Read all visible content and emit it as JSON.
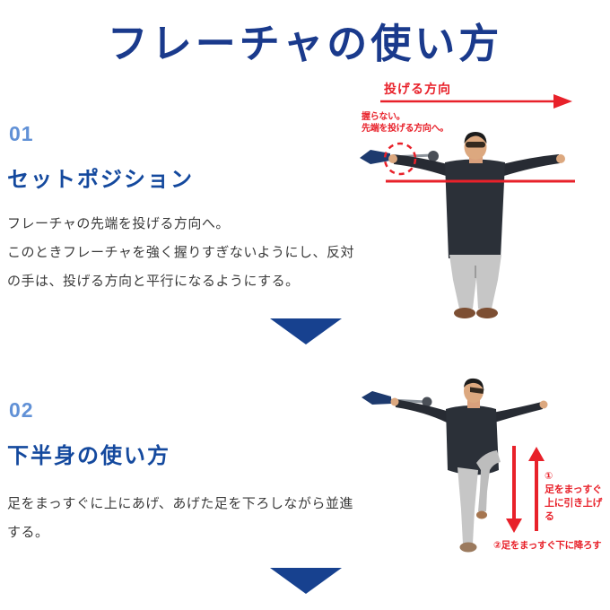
{
  "page": {
    "title": "フレーチャの使い方"
  },
  "colors": {
    "title_blue": "#1a3a8c",
    "number_blue": "#6191d6",
    "heading_blue": "#14499e",
    "triangle_blue": "#17418f",
    "accent_red": "#e8212a",
    "body_text": "#3a3a3a"
  },
  "icons": {
    "divider": "down-triangle",
    "throw_direction": "right-arrow",
    "leg_up": "up-arrow",
    "leg_down": "down-arrow",
    "grip_highlight": "dashed-circle"
  },
  "sections": [
    {
      "number": "01",
      "heading": "セットポジション",
      "body": "フレーチャの先端を投げる方向へ。\nこのときフレーチャを強く握りすぎないようにし、反対の手は、投げる方向と平行になるようにする。",
      "annotations": {
        "throw_direction_label": "投げる方向",
        "grip_note": "握らない。\n先端を投げる方向へ。"
      }
    },
    {
      "number": "02",
      "heading": "下半身の使い方",
      "body": "足をまっすぐに上にあげ、あげた足を下ろしながら並進する。",
      "annotations": {
        "step_up": "①\n足をまっすぐ\n上に引き上げる",
        "step_down": "②足をまっすぐ下に降ろす"
      }
    }
  ]
}
